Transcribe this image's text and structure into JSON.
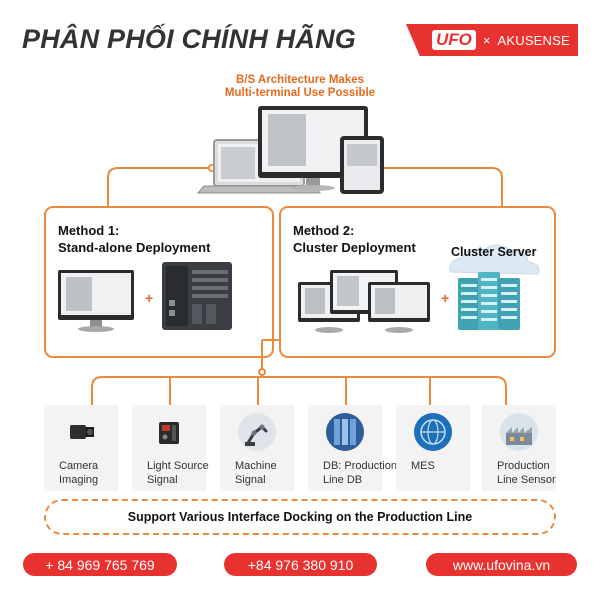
{
  "header": {
    "headline": "PHÂN PHỐI CHÍNH HÃNG",
    "brand_logo": "UFO",
    "brand_sep": "×",
    "brand_partner": "AKUSENSE"
  },
  "architecture": {
    "line1": "B/S  Architecture Makes",
    "line2": "Multi-terminal Use Possible"
  },
  "method1": {
    "line1": "Method 1:",
    "line2": "Stand-alone Deployment",
    "plus": "+"
  },
  "method2": {
    "line1": "Method 2:",
    "line2": "Cluster Deployment",
    "server_label": "Cluster Server",
    "plus": "+"
  },
  "cards": [
    {
      "line1": "Camera",
      "line2": "Imaging",
      "icon": "camera-icon"
    },
    {
      "line1": "Light Source",
      "line2": "Signal",
      "icon": "light-controller-icon"
    },
    {
      "line1": "Machine",
      "line2": "Signal",
      "icon": "robot-arm-icon"
    },
    {
      "line1": "DB: Production",
      "line2": "Line DB",
      "icon": "database-icon"
    },
    {
      "line1": "MES",
      "line2": "",
      "icon": "globe-icon"
    },
    {
      "line1": "Production",
      "line2": "Line Sensor",
      "icon": "factory-icon"
    }
  ],
  "support_text": "Support Various Interface Docking on the Production Line",
  "contacts": {
    "phone1": "+ 84 969 765 769",
    "phone2": "+84 976 380 910",
    "website": "www.ufovina.vn"
  },
  "colors": {
    "accent_red": "#e8322f",
    "accent_orange": "#e98a3f",
    "title_orange": "#e46a1e"
  }
}
